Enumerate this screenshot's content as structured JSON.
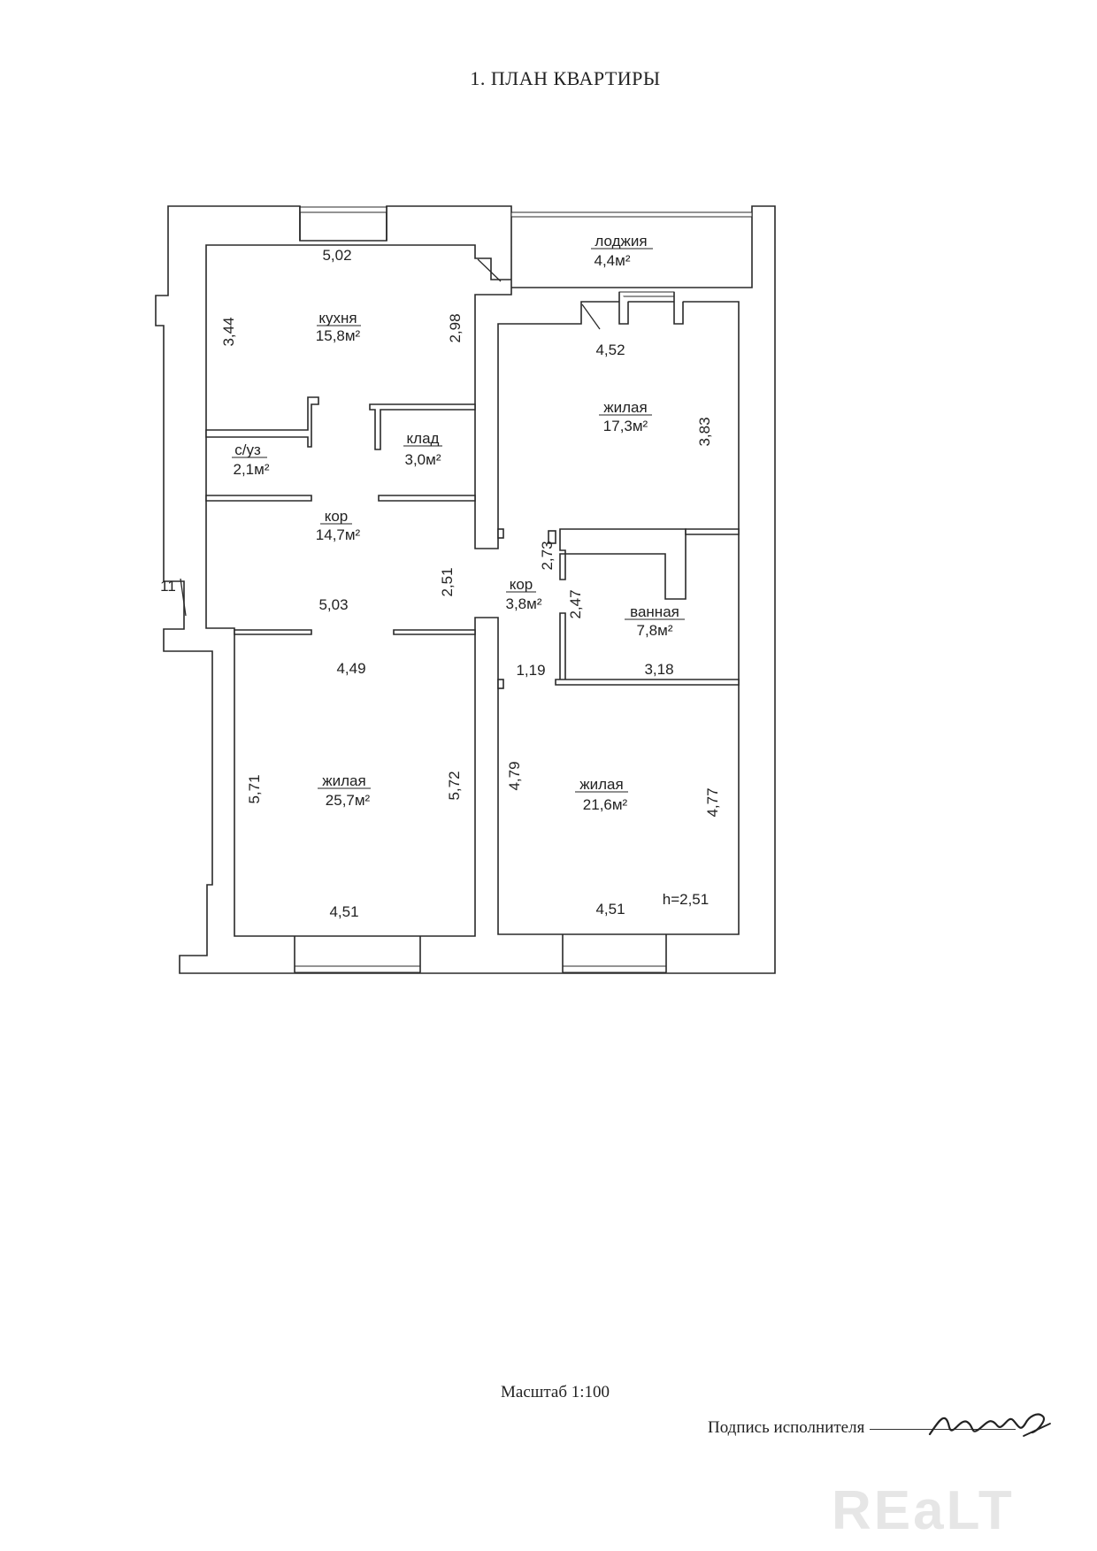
{
  "document": {
    "title": "1. ПЛАН КВАРТИРЫ",
    "scale": "Масштаб 1:100",
    "signature_label": "Подпись исполнителя",
    "watermark": "REaLT"
  },
  "rooms": [
    {
      "id": "kitchen",
      "name": "кухня",
      "area": "15,8м²"
    },
    {
      "id": "loggia",
      "name": "лоджия",
      "area": "4,4м²"
    },
    {
      "id": "bedroom1",
      "name": "жилая",
      "area": "17,3м²"
    },
    {
      "id": "toilet",
      "name": "с/уз",
      "area": "2,1м²"
    },
    {
      "id": "storage",
      "name": "клад",
      "area": "3,0м²"
    },
    {
      "id": "corridor1",
      "name": "кор",
      "area": "14,7м²"
    },
    {
      "id": "corridor2",
      "name": "кор",
      "area": "3,8м²"
    },
    {
      "id": "bathroom",
      "name": "ванная",
      "area": "7,8м²"
    },
    {
      "id": "living",
      "name": "жилая",
      "area": "25,7м²"
    },
    {
      "id": "bedroom2",
      "name": "жилая",
      "area": "21,6м²"
    }
  ],
  "dimensions": {
    "kitchen_width": "5,02",
    "kitchen_left": "3,44",
    "kitchen_right": "2,98",
    "bedroom1_width": "4,52",
    "bedroom1_height": "3,83",
    "corridor_width": "5,03",
    "corridor_height": "2,51",
    "entry_marker": "11",
    "corridor2_top": "2,73",
    "corridor2_mid": "2,47",
    "corridor2_width": "1,19",
    "bathroom_width": "3,18",
    "living_top": "4,49",
    "living_left": "5,71",
    "living_right": "5,72",
    "living_bottom": "4,51",
    "bedroom2_left": "4,79",
    "bedroom2_right": "4,77",
    "bedroom2_bottom": "4,51",
    "ceiling_height": "h=2,51"
  },
  "colors": {
    "wall_fill": "#ffffff",
    "wall_stroke": "#2a2a2a",
    "watermark": "#e6e6e6"
  }
}
